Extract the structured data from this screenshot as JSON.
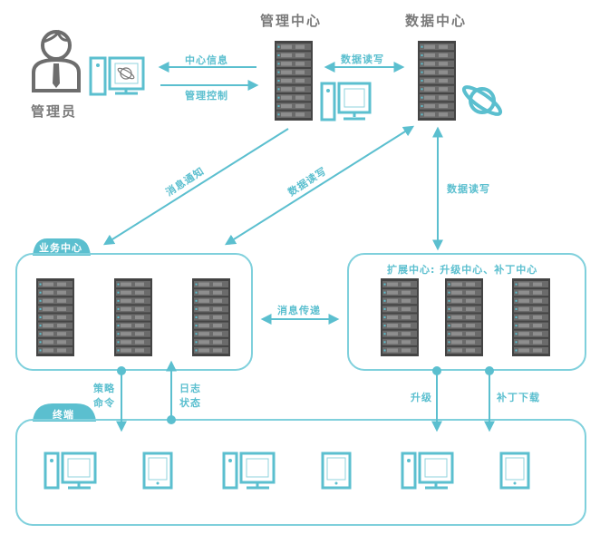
{
  "colors": {
    "accent": "#5bbfcf",
    "accent_light": "#7fd0dc",
    "gray_text": "#7a7a7a",
    "person": "#6d6d6d",
    "rack_dark": "#444444",
    "rack_unit": "#6b6b6b",
    "rack_light": "#8e8e8e"
  },
  "nodes": {
    "admin": {
      "label": "管理员"
    },
    "management_center": {
      "label": "管理中心"
    },
    "data_center": {
      "label": "数据中心"
    },
    "business_center": {
      "label": "业务中心"
    },
    "extension_center": {
      "label": "扩展中心: 升级中心、补丁中心"
    },
    "terminal": {
      "label": "终端"
    }
  },
  "edges": {
    "center_info": "中心信息",
    "management_control": "管理控制",
    "data_rw_top": "数据读写",
    "message_notify": "消息通知",
    "data_rw_diag": "数据读写",
    "data_rw_vertical": "数据读写",
    "message_pass": "消息传递",
    "policy_command": "策略命令",
    "log_status": "日志状态",
    "upgrade": "升级",
    "patch_download": "补丁下载"
  },
  "icons": {
    "admin_person": "person-icon",
    "admin_pc": "desktop-pc-icon",
    "mgmt_pc": "desktop-pc-icon",
    "globe": "globe-icon",
    "server": "server-rack-icon",
    "terminals": [
      "desktop-pc-icon",
      "tablet-icon",
      "desktop-pc-icon",
      "tablet-icon",
      "desktop-pc-icon",
      "tablet-icon"
    ]
  }
}
